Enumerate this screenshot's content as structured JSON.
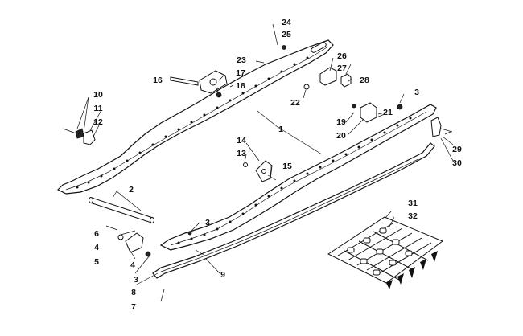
{
  "callouts": [
    "1",
    "2",
    "3",
    "4",
    "5",
    "6",
    "7",
    "8",
    "9",
    "10",
    "11",
    "12",
    "13",
    "14",
    "15",
    "16",
    "17",
    "18",
    "19",
    "20",
    "21",
    "22",
    "23",
    "24",
    "25",
    "26",
    "27",
    "28",
    "29",
    "30",
    "31",
    "32"
  ],
  "colors": {
    "line": "#111111",
    "background": "#ffffff"
  }
}
